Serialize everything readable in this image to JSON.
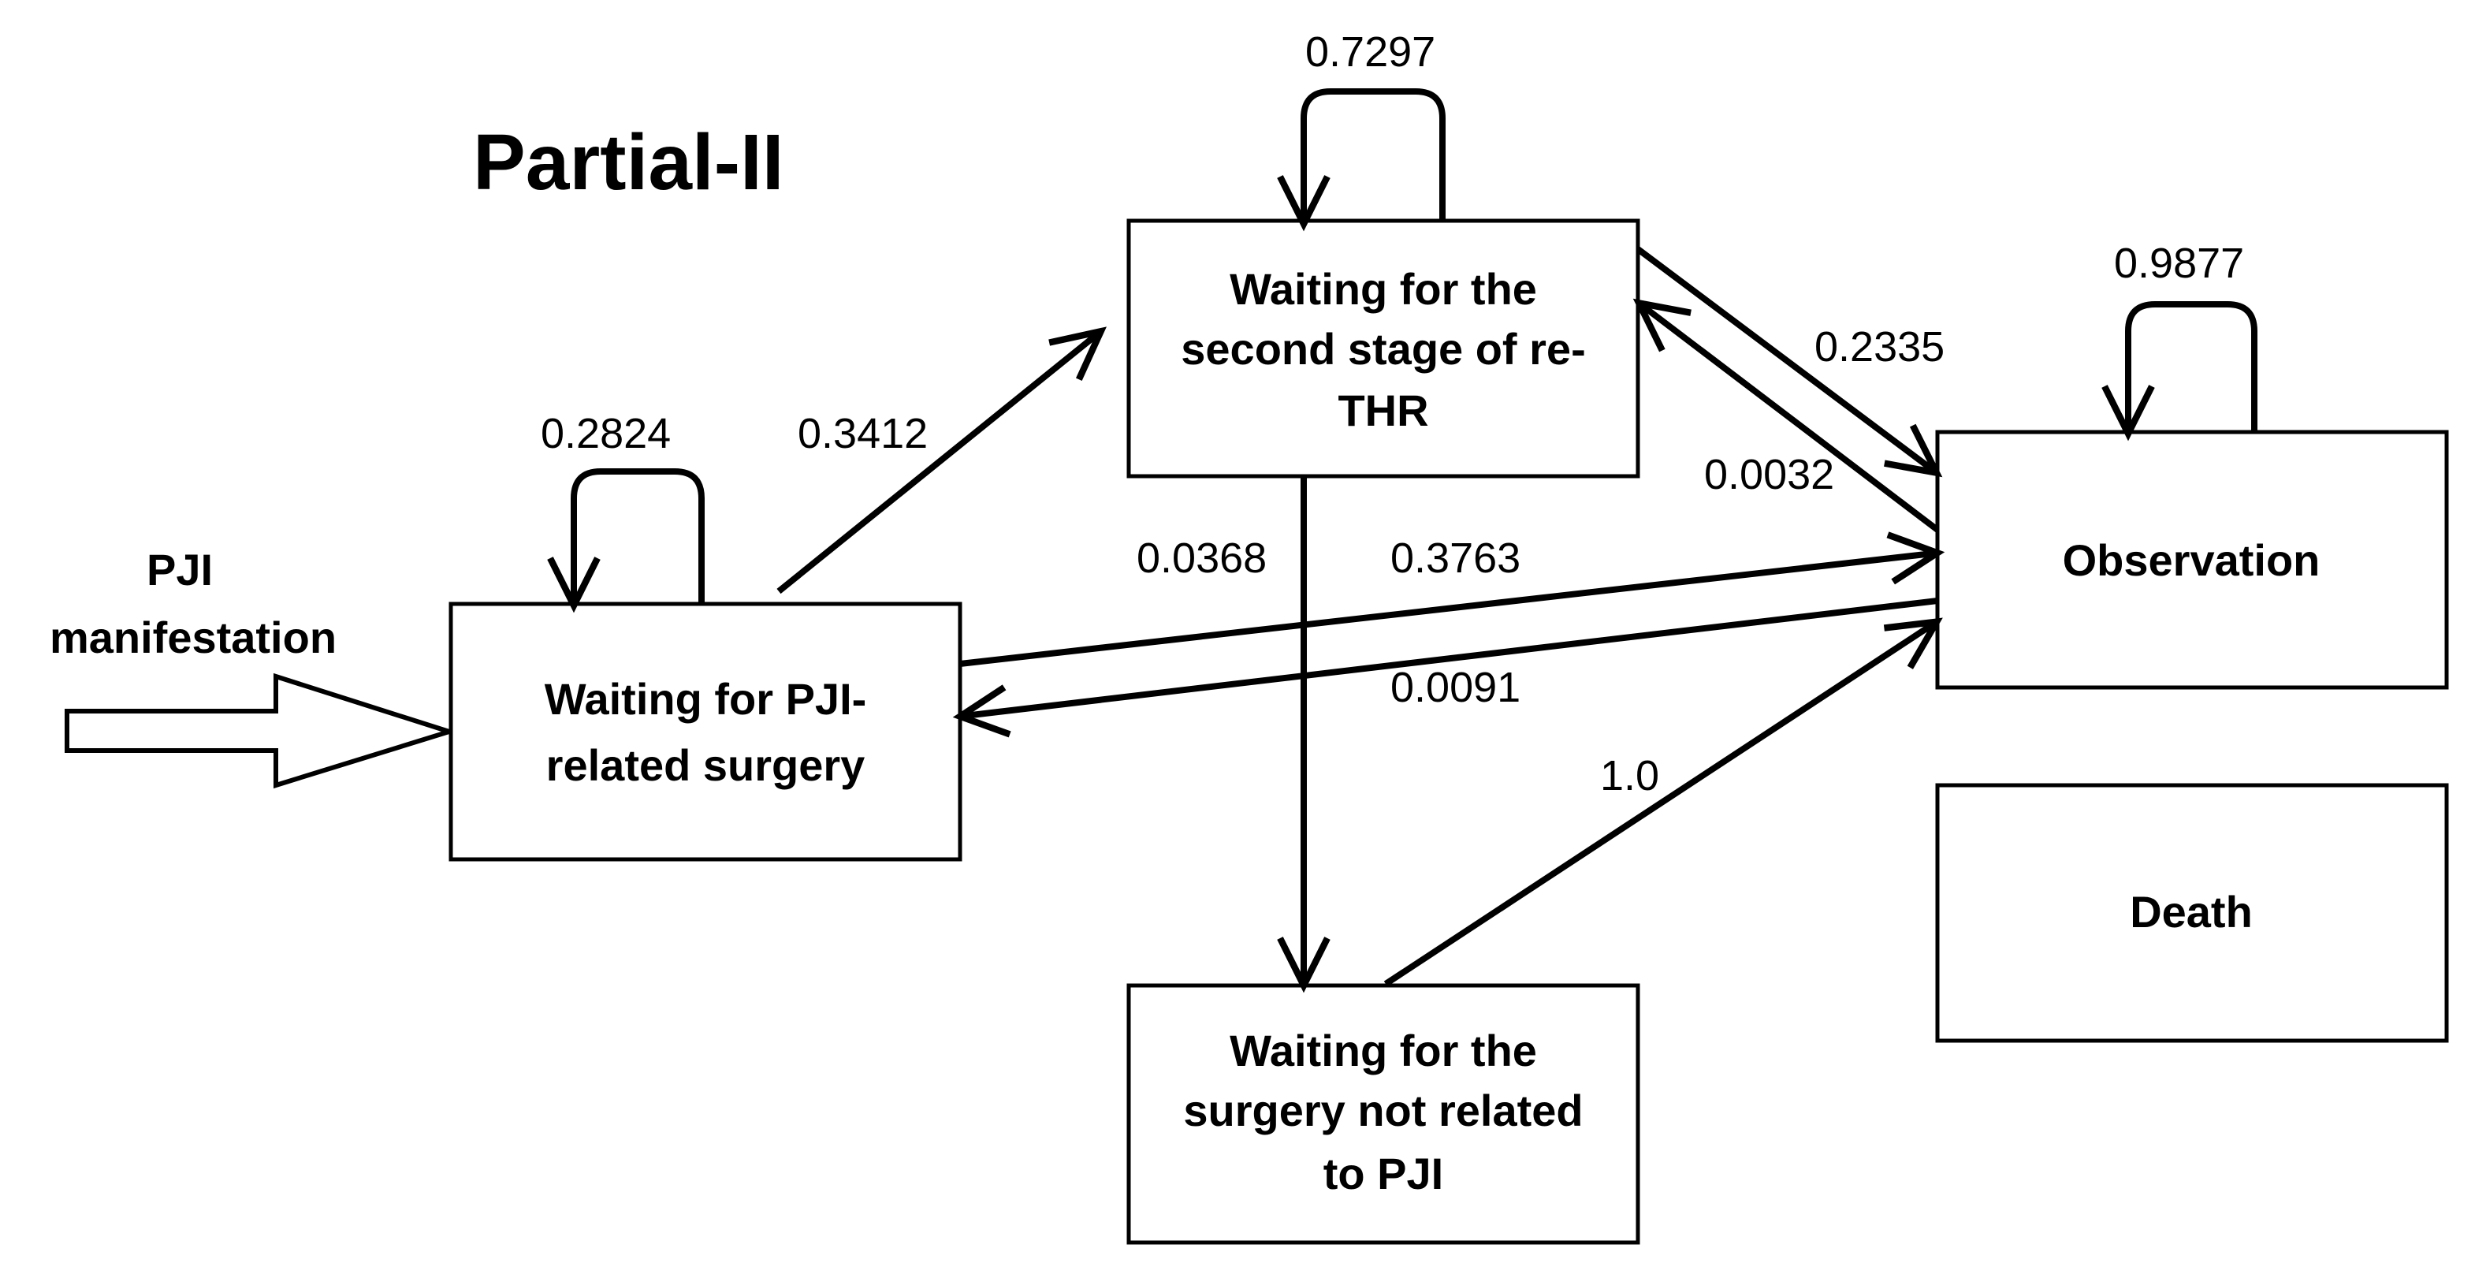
{
  "title": "Partial-II",
  "entry": {
    "label_lines": [
      "PJI",
      "manifestation"
    ]
  },
  "states": {
    "pji_surgery": {
      "lines": [
        "Waiting for PJI-",
        "related surgery"
      ]
    },
    "second_stage": {
      "lines": [
        "Waiting for the",
        "second stage of re-",
        "THR"
      ]
    },
    "observation": {
      "lines": [
        "Observation"
      ]
    },
    "death": {
      "lines": [
        "Death"
      ]
    },
    "non_pji_surgery": {
      "lines": [
        "Waiting for the",
        "surgery not related",
        "to PJI"
      ]
    }
  },
  "transitions": [
    {
      "id": "pji_self",
      "from": "Waiting for PJI-related surgery",
      "to": "Waiting for PJI-related surgery",
      "probability": "0.2824"
    },
    {
      "id": "pji_to_second",
      "from": "Waiting for PJI-related surgery",
      "to": "Waiting for the second stage of re-THR",
      "probability": "0.3412"
    },
    {
      "id": "pji_to_obs",
      "from": "Waiting for PJI-related surgery",
      "to": "Observation",
      "probability": "0.3763"
    },
    {
      "id": "second_self",
      "from": "Waiting for the second stage of re-THR",
      "to": "Waiting for the second stage of re-THR",
      "probability": "0.7297"
    },
    {
      "id": "second_to_obs",
      "from": "Waiting for the second stage of re-THR",
      "to": "Observation",
      "probability": "0.2335"
    },
    {
      "id": "second_to_nonpji",
      "from": "Waiting for the second stage of re-THR",
      "to": "Waiting for the surgery not related to PJI",
      "probability": "0.0368"
    },
    {
      "id": "obs_self",
      "from": "Observation",
      "to": "Observation",
      "probability": "0.9877"
    },
    {
      "id": "obs_to_second",
      "from": "Observation",
      "to": "Waiting for the second stage of re-THR",
      "probability": "0.0032"
    },
    {
      "id": "obs_to_pji",
      "from": "Observation",
      "to": "Waiting for PJI-related surgery",
      "probability": "0.0091"
    },
    {
      "id": "nonpji_to_obs",
      "from": "Waiting for the surgery not related to PJI",
      "to": "Observation",
      "probability": "1.0"
    }
  ]
}
